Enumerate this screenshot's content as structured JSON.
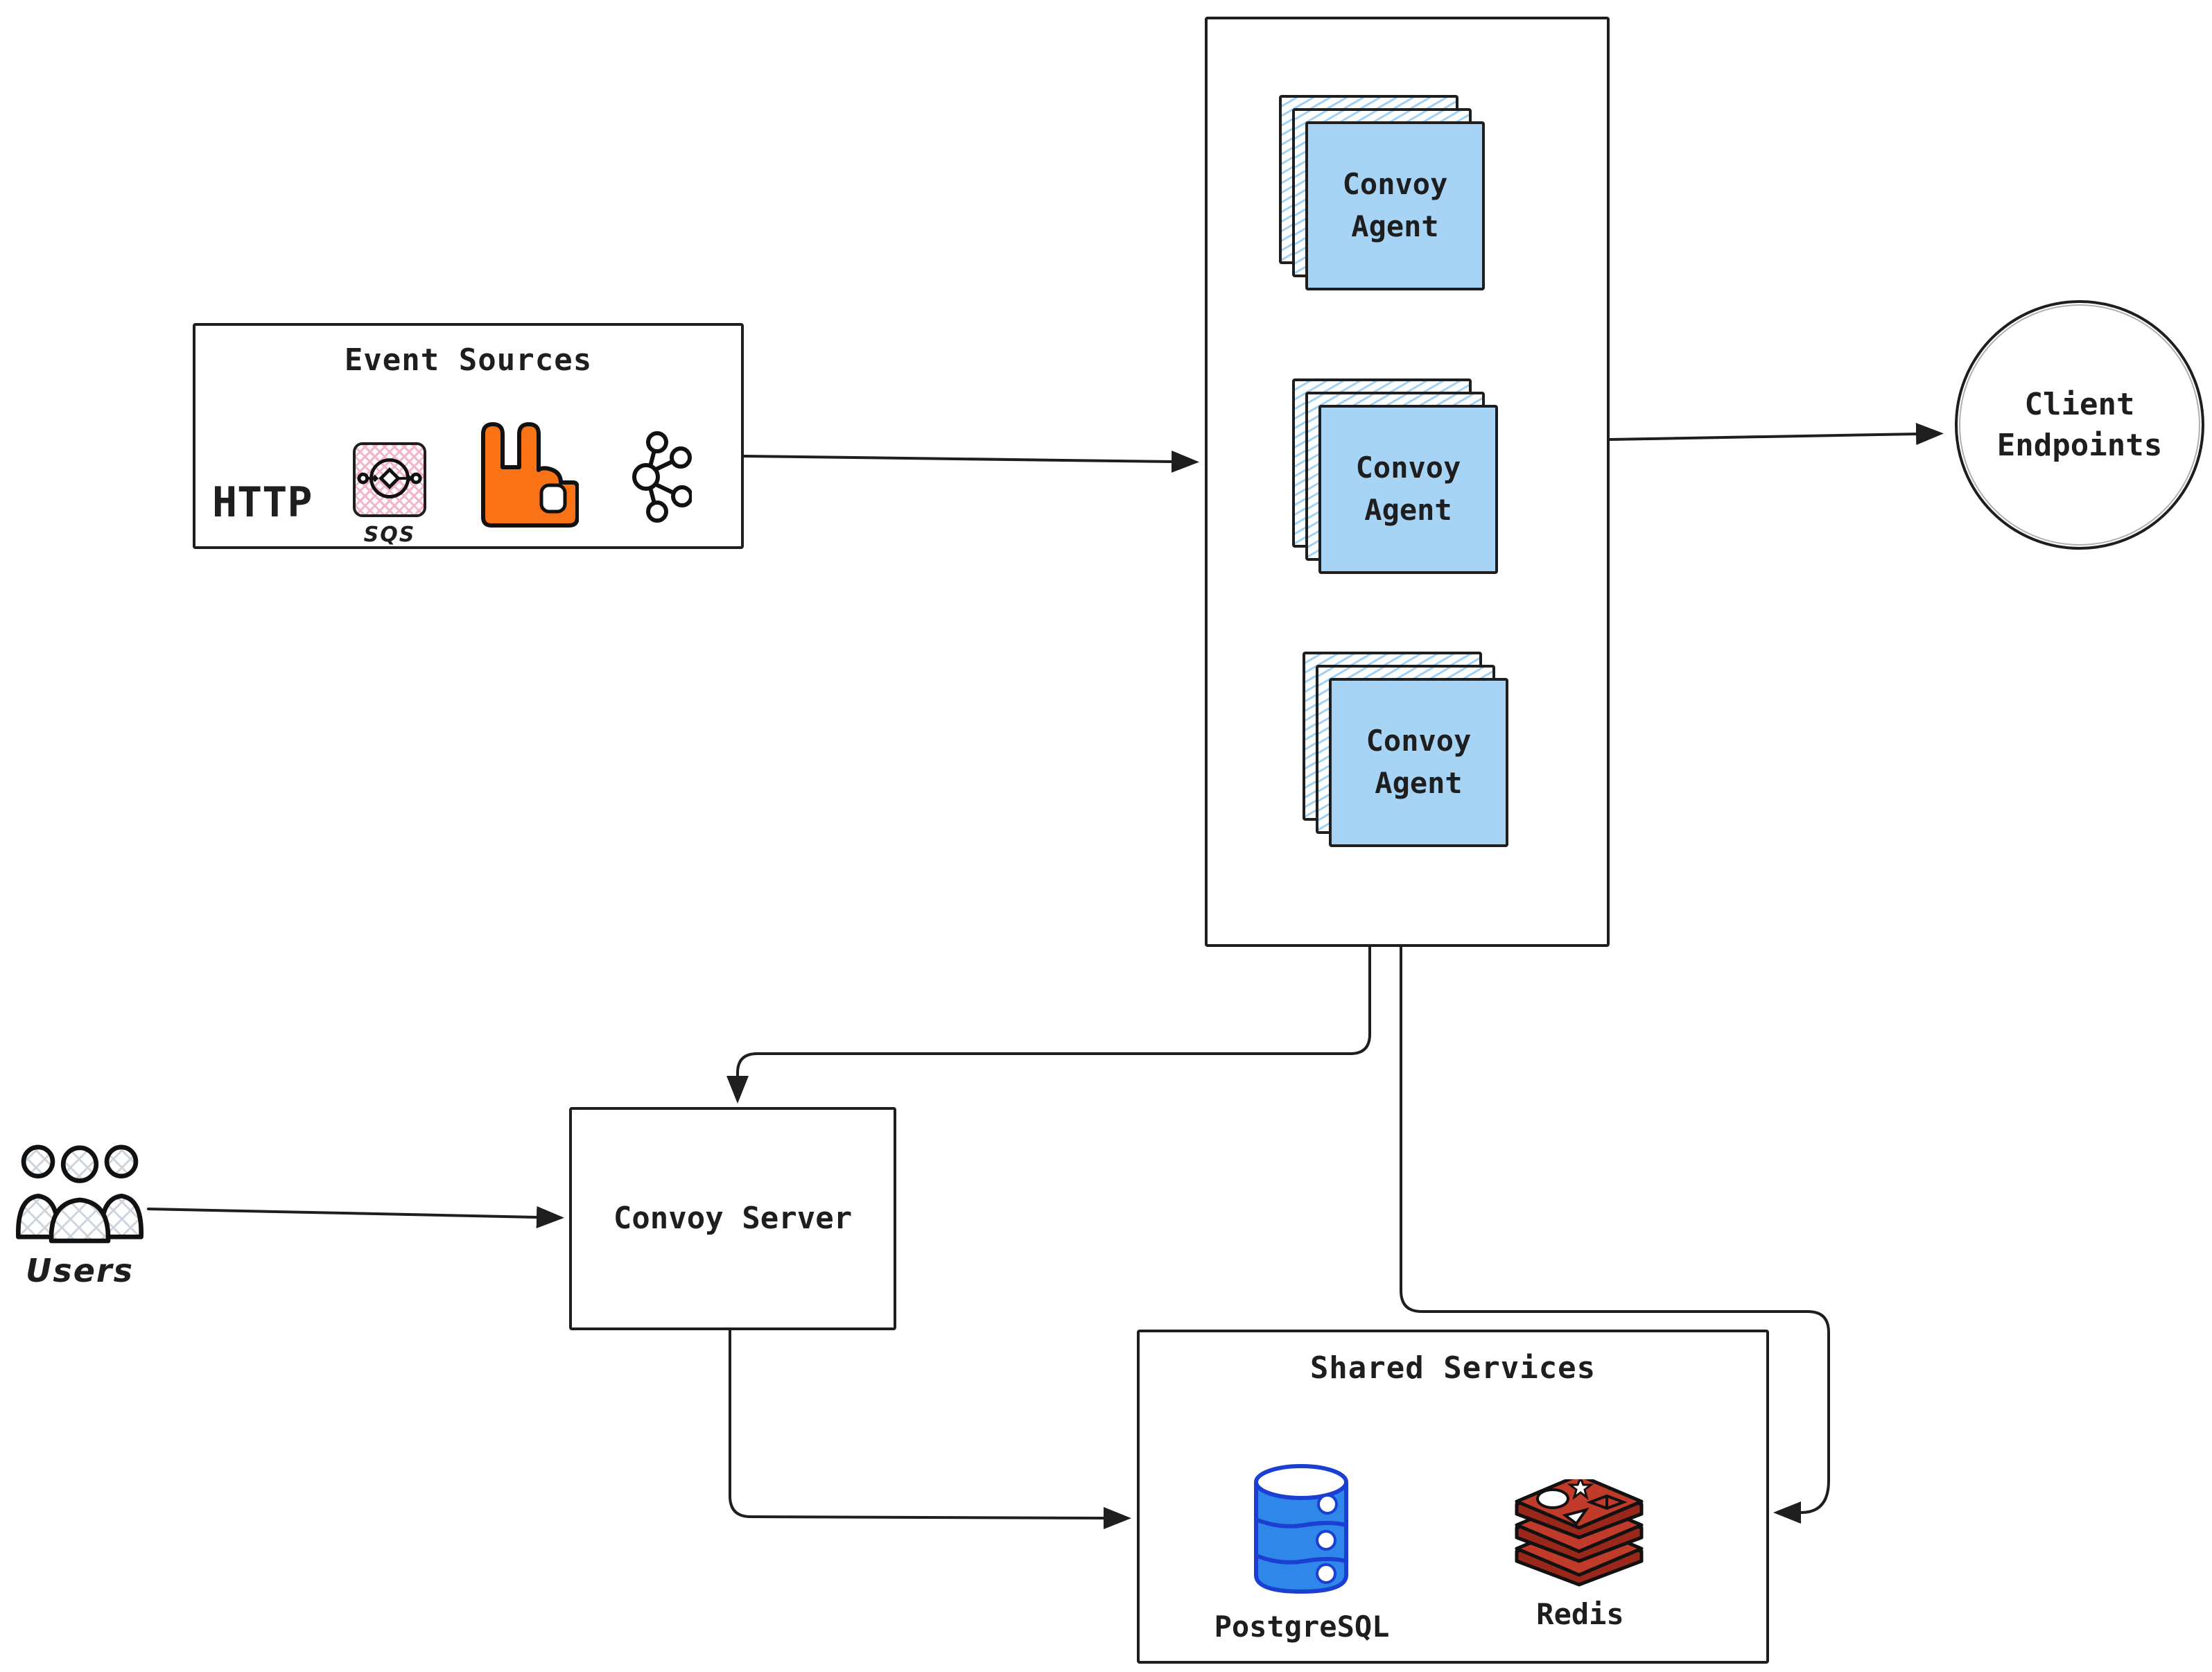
{
  "event_sources": {
    "title": "Event Sources",
    "http_label": "HTTP",
    "sqs_caption": "SQS"
  },
  "agent_pool": {
    "agents": [
      {
        "line1": "Convoy",
        "line2": "Agent"
      },
      {
        "line1": "Convoy",
        "line2": "Agent"
      },
      {
        "line1": "Convoy",
        "line2": "Agent"
      }
    ]
  },
  "client_endpoints": {
    "line1": "Client",
    "line2": "Endpoints"
  },
  "users": {
    "label": "Users"
  },
  "convoy_server": {
    "label": "Convoy Server"
  },
  "shared_services": {
    "title": "Shared Services",
    "postgresql_label": "PostgreSQL",
    "redis_label": "Redis"
  },
  "icons": [
    "sqs-icon",
    "rabbitmq-icon",
    "kafka-icon",
    "users-icon",
    "postgresql-icon",
    "redis-icon"
  ],
  "colors": {
    "stroke_black": "#1e1e1e",
    "agent_card_blue": "#a7d4f4",
    "agent_hatch_blue": "#9fd0f5",
    "sqs_hatch_pink": "#f3b3c8",
    "rabbitmq_orange": "#f97316",
    "kafka_black": "#111111",
    "users_hatch_gray": "#ccd3da",
    "postgresql_blue": "#2f87ea",
    "postgresql_outline": "#1b3fd0",
    "redis_red": "#c13b2b",
    "redis_dark_red": "#99271a"
  }
}
